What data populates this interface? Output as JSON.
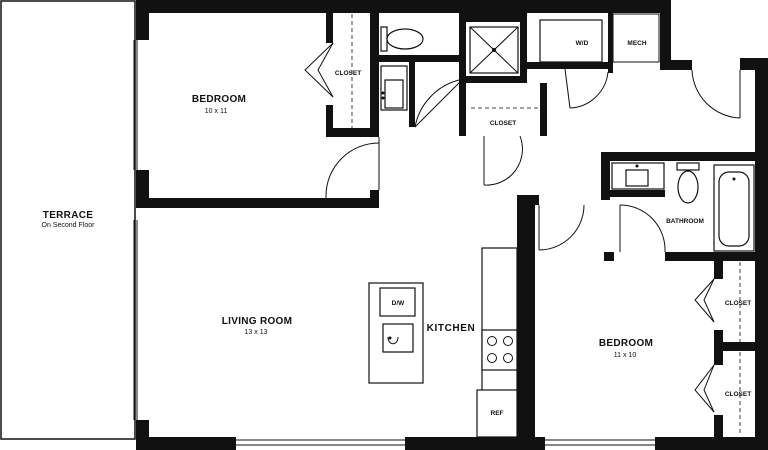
{
  "rooms": {
    "terrace": {
      "name": "TERRACE",
      "note": "On Second Floor"
    },
    "bedroom1": {
      "name": "BEDROOM",
      "dim": "10 x 11"
    },
    "bedroom2": {
      "name": "BEDROOM",
      "dim": "11 x 10"
    },
    "living": {
      "name": "LIVING ROOM",
      "dim": "13 x 13"
    },
    "kitchen": {
      "name": "KITCHEN"
    },
    "bath1": {
      "name": "BATHROOM"
    },
    "bath2": {
      "name": "BATHROOM"
    }
  },
  "labels": {
    "closet_a": "CLOSET",
    "closet_b": "CLOSET",
    "closet_c": "CLOSET",
    "closet_d": "CLOSET",
    "wd": "W/D",
    "mech": "MECH",
    "dw": "D/W",
    "ref": "REF"
  }
}
